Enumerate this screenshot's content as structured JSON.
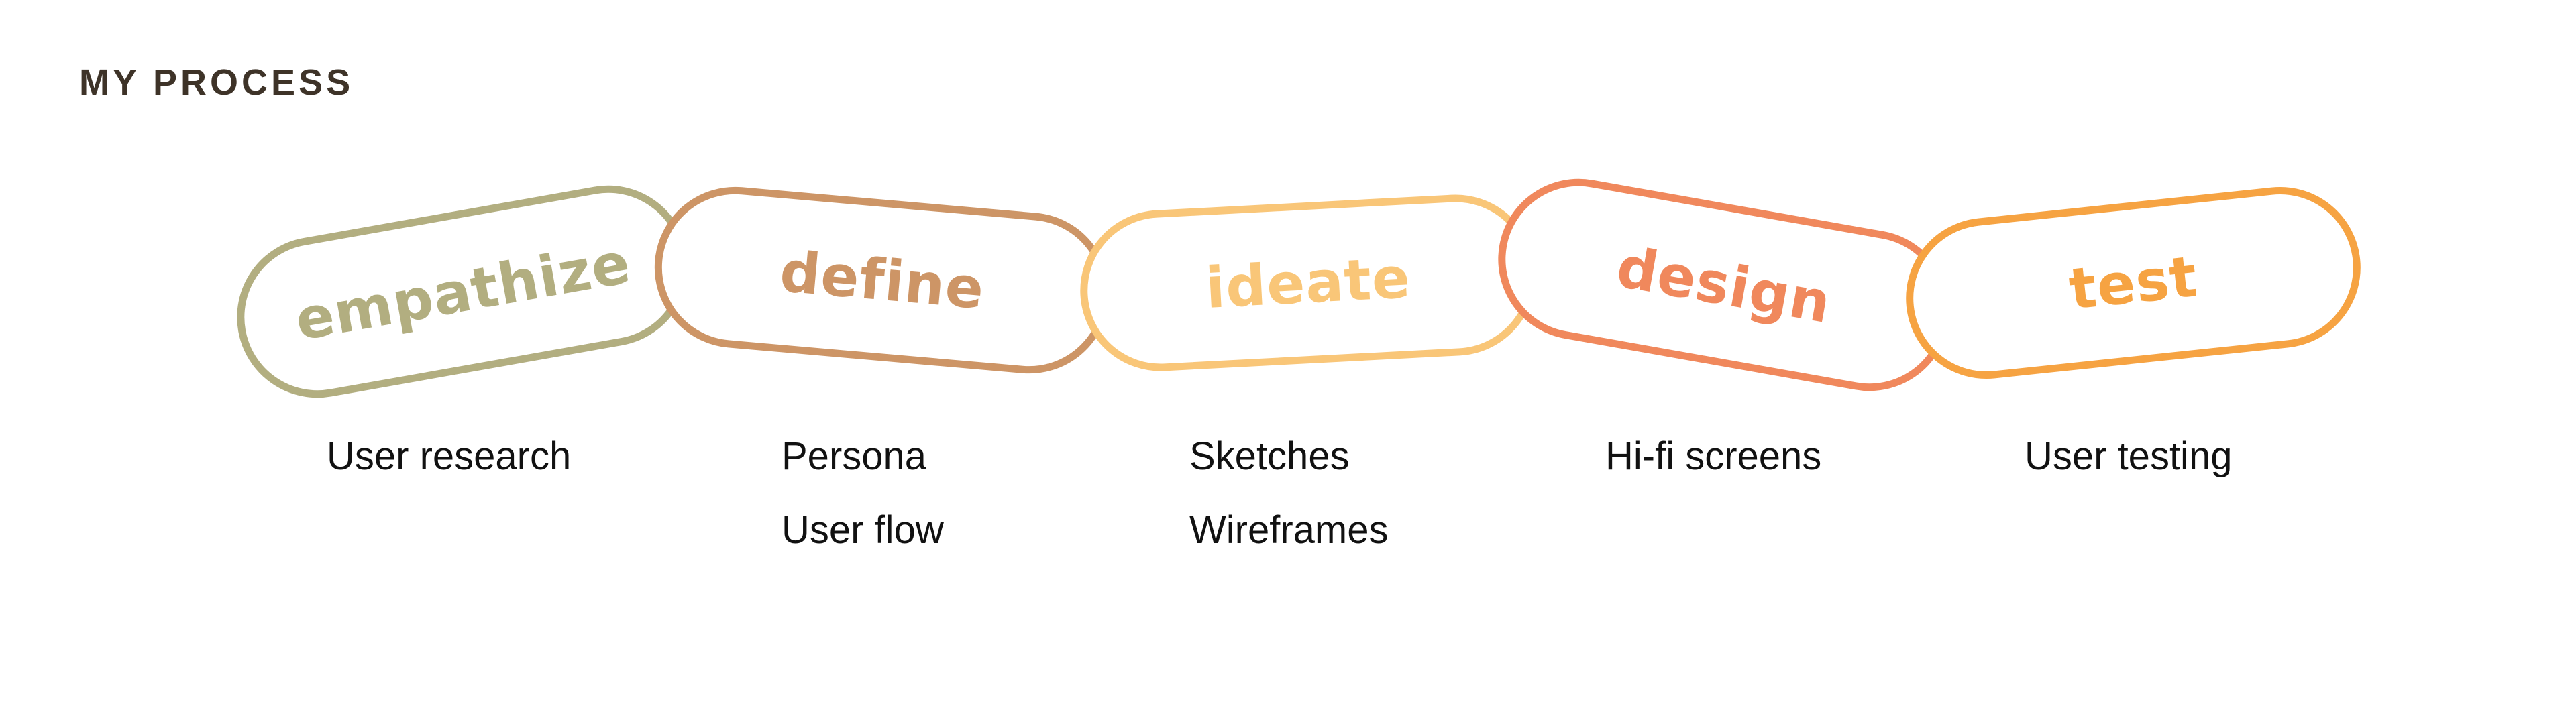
{
  "header": {
    "title": "MY PROCESS"
  },
  "colors": {
    "title_text": "#3e3328",
    "task_text": "#111111",
    "background": "#ffffff"
  },
  "steps": [
    {
      "label": "empathize",
      "color": "#b2ae80",
      "tasks": [
        "User research"
      ]
    },
    {
      "label": "define",
      "color": "#cd9566",
      "tasks": [
        "Persona",
        "User flow"
      ]
    },
    {
      "label": "ideate",
      "color": "#f9c678",
      "tasks": [
        "Sketches",
        "Wireframes"
      ]
    },
    {
      "label": "design",
      "color": "#f0885c",
      "tasks": [
        "Hi-fi screens"
      ]
    },
    {
      "label": "test",
      "color": "#f6a342",
      "tasks": [
        "User testing"
      ]
    }
  ]
}
